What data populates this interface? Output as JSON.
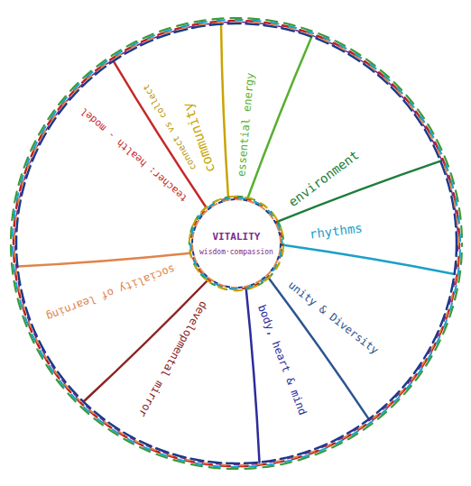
{
  "diagram": {
    "nodes": [
      {
        "text": [
          "VITALITY",
          "wisdom·compassion"
        ]
      }
    ],
    "labels": [
      "community",
      "connect vs collect",
      "essential energy",
      "environment",
      "rhythms",
      "unity & Diversity",
      "body, heart & mind",
      "developmental mirror",
      "sociality of learning",
      "teacher: health - model"
    ]
  }
}
